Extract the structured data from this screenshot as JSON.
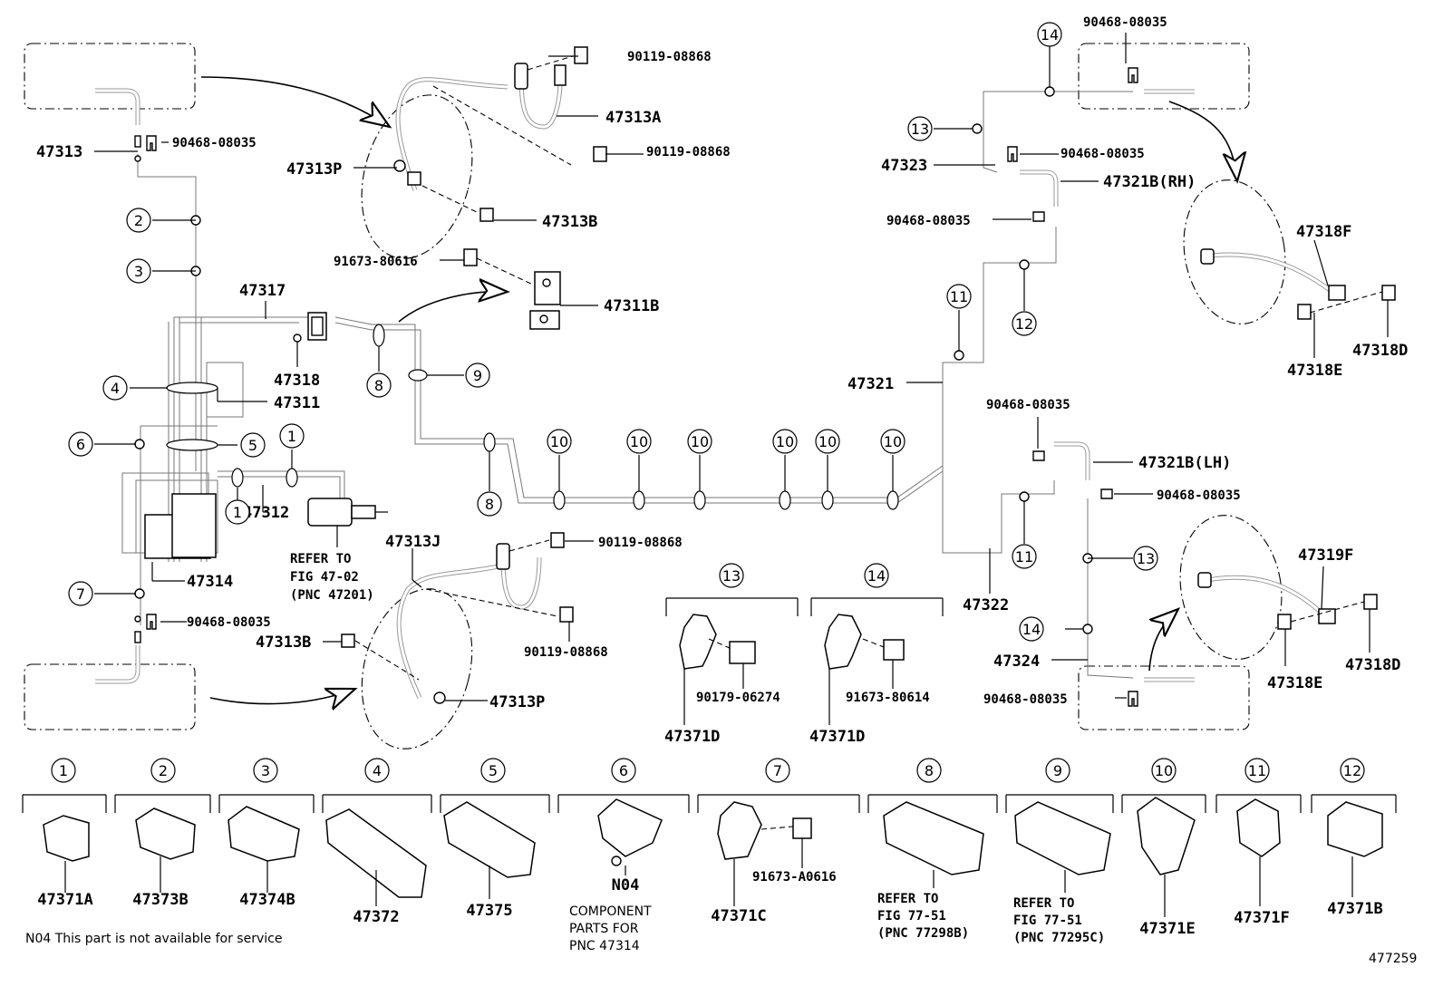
{
  "note_n04": "N04 This part is not available for service",
  "figure_id": "477259",
  "labels": {
    "p47313": "47313",
    "p90468_a": "90468-08035",
    "p47313P_a": "47313P",
    "p47313A": "47313A",
    "p90119_a": "90119-08868",
    "p90119_b": "90119-08868",
    "p47313B_a": "47313B",
    "p91673_80616": "91673-80616",
    "p47311B": "47311B",
    "p47317": "47317",
    "p47318": "47318",
    "p47311": "47311",
    "p47312": "47312",
    "refer1": "REFER TO",
    "refer2": "FIG 47-02",
    "refer3": "(PNC 47201)",
    "p47314": "47314",
    "p90468_b": "90468-08035",
    "p47313J": "47313J",
    "p90119_c": "90119-08868",
    "p90119_d": "90119-08868",
    "p47313B_b": "47313B",
    "p47313P_b": "47313P",
    "p90468_c": "90468-08035",
    "p47323": "47323",
    "p90468_d": "90468-08035",
    "p47321B_rh": "47321B(RH)",
    "p90468_e": "90468-08035",
    "p47318F": "47318F",
    "p47318D_a": "47318D",
    "p47318E_a": "47318E",
    "p47321": "47321",
    "p90468_f": "90468-08035",
    "p47321B_lh": "47321B(LH)",
    "p90468_g": "90468-08035",
    "p47319F": "47319F",
    "p47318D_b": "47318D",
    "p47318E_b": "47318E",
    "p47322": "47322",
    "p47324": "47324",
    "p90468_h": "90468-08035",
    "p47371D_a": "47371D",
    "p90179": "90179-06274",
    "p47371D_b": "47371D",
    "p91673_80614": "91673-80614"
  },
  "callouts": [
    "1",
    "2",
    "3",
    "4",
    "5",
    "6",
    "7",
    "8",
    "9",
    "10",
    "11",
    "12",
    "13",
    "14"
  ],
  "bottom_row": [
    {
      "num": "1",
      "part": "47371A"
    },
    {
      "num": "2",
      "part": "47373B"
    },
    {
      "num": "3",
      "part": "47374B"
    },
    {
      "num": "4",
      "part": "47372"
    },
    {
      "num": "5",
      "part": "47375"
    },
    {
      "num": "6",
      "part": "N04",
      "lines": [
        "COMPONENT",
        "PARTS FOR",
        "PNC 47314"
      ]
    },
    {
      "num": "7",
      "part": "47371C",
      "extra": "91673-A0616"
    },
    {
      "num": "8",
      "part": "",
      "lines": [
        "REFER TO",
        "FIG 77-51",
        "(PNC 77298B)"
      ]
    },
    {
      "num": "9",
      "part": "",
      "lines": [
        "REFER TO",
        "FIG 77-51",
        "(PNC 77295C)"
      ]
    },
    {
      "num": "10",
      "part": "47371E"
    },
    {
      "num": "11",
      "part": "47371F"
    },
    {
      "num": "12",
      "part": "47371B"
    }
  ]
}
